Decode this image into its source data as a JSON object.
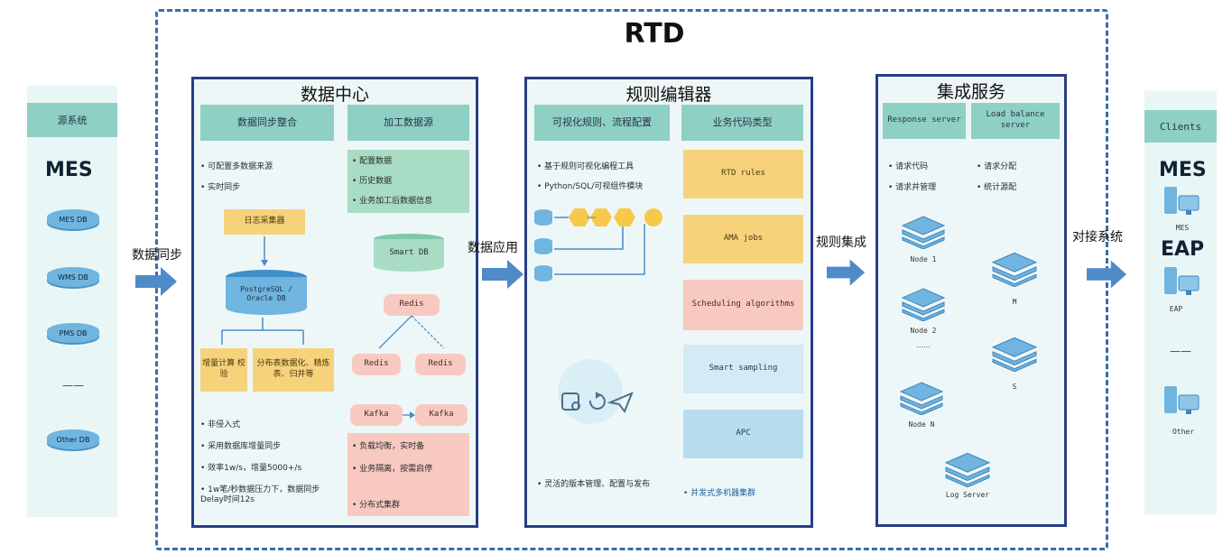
{
  "title": "RTD",
  "left_system": {
    "header": "源系统",
    "label": "MES",
    "pills": [
      "MES DB",
      "WMS DB",
      "PMS DB",
      "Other DB"
    ],
    "dash": "——"
  },
  "right_system": {
    "header": "Clients",
    "mes_label": "MES",
    "mes_caption": "MES",
    "eap_label": "EAP",
    "eap_caption": "EAP",
    "dash": "——",
    "other_caption": "Other"
  },
  "arrows": {
    "sync": "数据同步",
    "apply": "数据应用",
    "rule_integration": "规则集成",
    "connect": "对接系统"
  },
  "data_center": {
    "title": "数据中心",
    "col1_header": "数据同步整合",
    "col2_header": "加工数据源",
    "col1_bullets": [
      "可配置多数据来源",
      "实时同步"
    ],
    "collect_box": "日志采集器",
    "db_box": "PostgreSQL / Oracle DB",
    "yellow_left": "增量计算 校验",
    "yellow_right": "分布表数据化、精炼表、归并等",
    "col1_bottom": [
      "非侵入式",
      "采用数据库增量同步",
      "效率1w/s，增量5000+/s",
      "1w笔/秒数据压力下，数据同步Delay时间12s"
    ],
    "col2_bullets": [
      "配置数据",
      "历史数据",
      "业务加工后数据信息"
    ],
    "green_db": "Smart DB",
    "redis_top": "Redis",
    "redis_left": "Redis",
    "redis_right": "Redis",
    "kafka_left": "Kafka",
    "kafka_right": "Kafka",
    "col2_bottom": [
      "负载均衡，实时备",
      "业务隔离，按需启停",
      "分布式集群"
    ]
  },
  "rule_editor": {
    "title": "规则编辑器",
    "col1_header": "可视化规则、流程配置",
    "col2_header": "业务代码类型",
    "col1_lines": [
      "基于规则可视化编程工具",
      "Python/SQL/可视组件模块"
    ],
    "col1_bottom": "灵活的版本管理、配置与发布",
    "code_boxes": [
      "RTD rules",
      "AMA jobs",
      "Scheduling algorithms",
      "Smart sampling",
      "APC"
    ],
    "col2_bottom": "并发式多机器集群"
  },
  "integration": {
    "title": "集成服务",
    "col1_header": "Response server",
    "col2_header": "Load balance server",
    "col1_bullets": [
      "请求代码",
      "请求并管理"
    ],
    "col2_bullets": [
      "请求分配",
      "统计源配"
    ],
    "nodes_left": [
      "Node 1",
      "Node 2",
      "Node N"
    ],
    "nodes_left_dash": "......",
    "nodes_right": [
      "M",
      "S"
    ],
    "log_server": "Log Server"
  },
  "colors": {
    "panel_border": "#283d86",
    "outer_dash": "#3b6da8",
    "arrow": "#4f8ac9",
    "header": "#8fd0c4",
    "yellow": "#f6d27a",
    "pink": "#f7c9c1",
    "green": "#a9dcc4",
    "pill": "#6fb5e0"
  },
  "icons": [
    "database-icon",
    "monitor-icon",
    "server-stack-icon",
    "share-icon",
    "send-icon"
  ]
}
